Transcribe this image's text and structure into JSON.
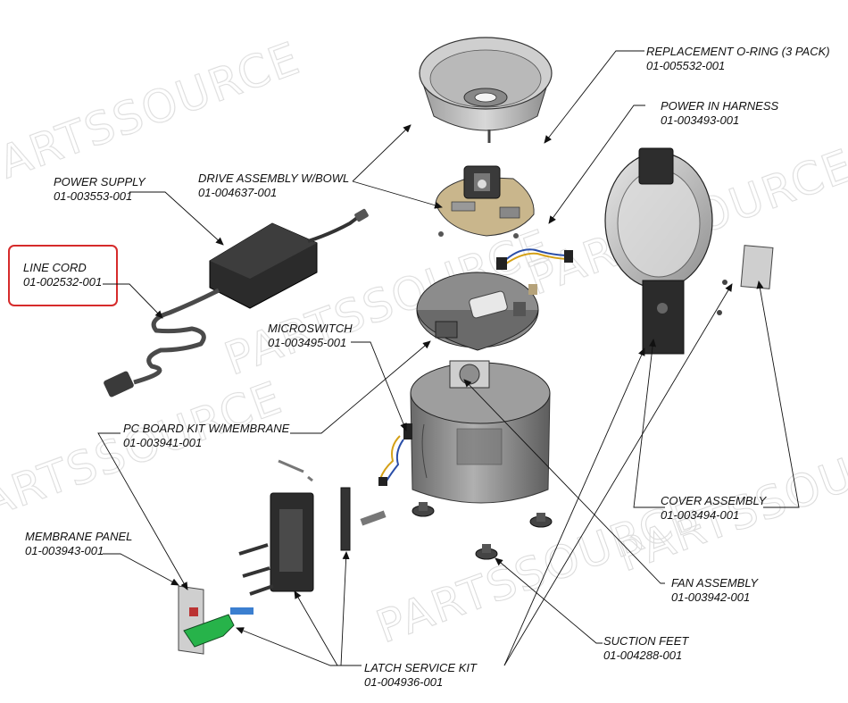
{
  "watermark": "PARTSSOURCE",
  "highlight_color": "#d62b2b",
  "parts": [
    {
      "name": "REPLACEMENT O-RING (3 PACK)",
      "number": "01-005532-001"
    },
    {
      "name": "POWER IN HARNESS",
      "number": "01-003493-001"
    },
    {
      "name": "POWER SUPPLY",
      "number": "01-003553-001"
    },
    {
      "name": "DRIVE ASSEMBLY W/BOWL",
      "number": "01-004637-001"
    },
    {
      "name": "LINE CORD",
      "number": "01-002532-001"
    },
    {
      "name": "MICROSWITCH",
      "number": "01-003495-001"
    },
    {
      "name": "PC BOARD KIT W/MEMBRANE",
      "number": "01-003941-001"
    },
    {
      "name": "MEMBRANE PANEL",
      "number": "01-003943-001"
    },
    {
      "name": "COVER ASSEMBLY",
      "number": "01-003494-001"
    },
    {
      "name": "FAN ASSEMBLY",
      "number": "01-003942-001"
    },
    {
      "name": "SUCTION FEET",
      "number": "01-004288-001"
    },
    {
      "name": "LATCH SERVICE KIT",
      "number": "01-004936-001"
    }
  ]
}
